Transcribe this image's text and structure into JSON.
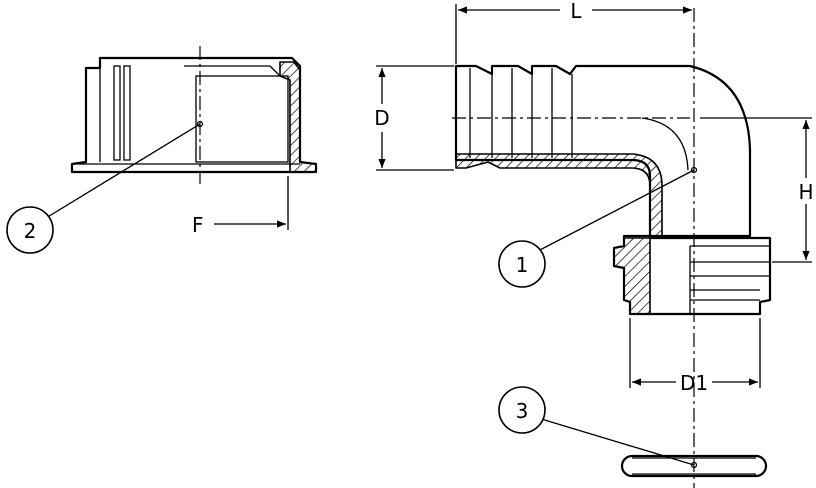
{
  "dimensions": {
    "L": "L",
    "D": "D",
    "H": "H",
    "D1": "D1",
    "F": "F"
  },
  "callouts": {
    "part1": "1",
    "part2": "2",
    "part3": "3"
  },
  "colors": {
    "line": "#000000",
    "background": "#ffffff"
  }
}
